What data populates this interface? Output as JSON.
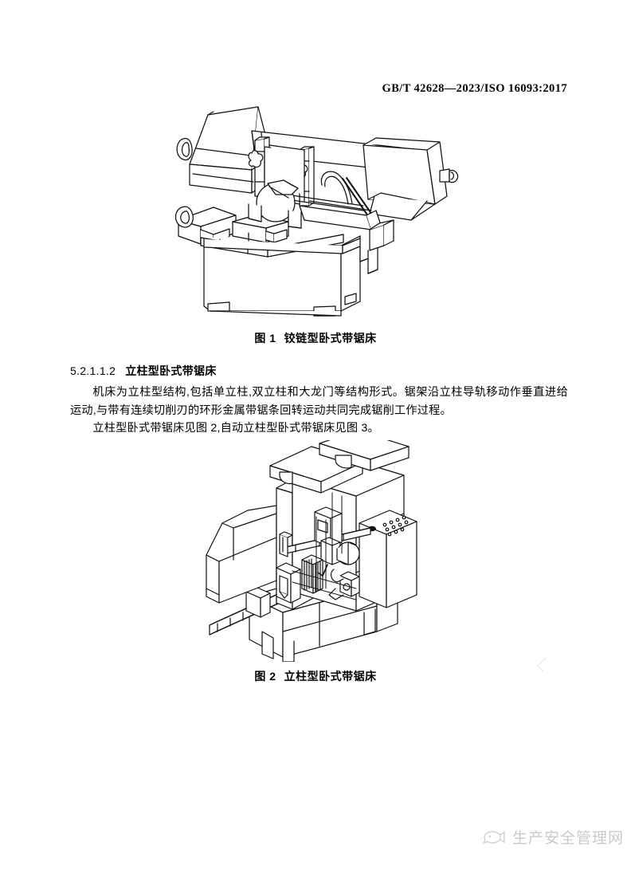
{
  "document": {
    "header_standard_no": "GB/T 42628—2023/ISO 16093:2017",
    "page_background": "#ffffff",
    "ink_color": "#000000"
  },
  "figure1": {
    "caption_number": "图 1",
    "caption_title": "铰链型卧式带锯床",
    "art_name": "hinge-type-horizontal-band-saw-line-drawing"
  },
  "clause": {
    "number": "5.2.1.1.2",
    "title": "立柱型卧式带锯床"
  },
  "body": {
    "paragraphs": [
      "机床为立柱型结构,包括单立柱,双立柱和大龙门等结构形式。锯架沿立柱导轨移动作垂直进给运动,与带有连续切削刃的环形金属带锯条回转运动共同完成锯削工作过程。",
      "立柱型卧式带锯床见图 2,自动立柱型卧式带锯床见图 3。"
    ]
  },
  "figure2": {
    "caption_number": "图 2",
    "caption_title": "立柱型卧式带锯床",
    "art_name": "column-type-horizontal-band-saw-line-drawing"
  },
  "watermark": {
    "text": "生产安全管理网",
    "icon": "speech-bubble-fish-icon",
    "color": "#9a9a9a"
  }
}
